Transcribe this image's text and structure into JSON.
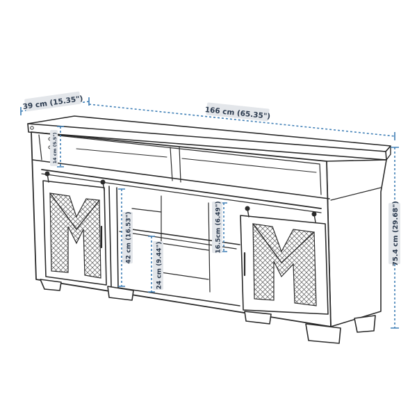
{
  "diagram": {
    "dimensions": {
      "depth": "39 cm (15.35\")",
      "width": "166 cm (65.35\")",
      "height": "75.4 cm (29.68\")",
      "top_shelf_height": "14 cm (5.5\")",
      "cabinet_height": "42 cm (16.53\")",
      "shelf_gap": "16.5cm (6.49\")",
      "bottom_gap": "24 cm (9.44\")"
    },
    "colors": {
      "dimension_line": "#3f7fb6",
      "label_background": "#e3e6ea",
      "label_text": "#2b3a4e",
      "line_art": "#2a2a2a"
    }
  }
}
